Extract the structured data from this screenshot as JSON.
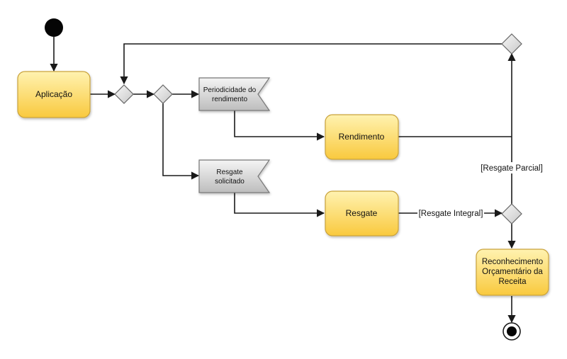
{
  "nodes": {
    "aplicacao": "Aplicação",
    "periodicidade_line1": "Periodicidade do",
    "periodicidade_line2": "rendimento",
    "rendimento": "Rendimento",
    "resgate_solicitado_line1": "Resgate",
    "resgate_solicitado_line2": "solicitado",
    "resgate": "Resgate",
    "reconhecimento_line1": "Reconhecimento",
    "reconhecimento_line2": "Orçamentário da",
    "reconhecimento_line3": "Receita"
  },
  "guards": {
    "resgate_integral": "[Resgate Integral]",
    "resgate_parcial": "[Resgate Parcial]"
  },
  "colors": {
    "action_fill_top": "#FFF2B0",
    "action_fill_bottom": "#F9C93E",
    "action_stroke": "#C9A23A",
    "event_fill_top": "#F2F2F2",
    "event_fill_bottom": "#BDBDBD",
    "line": "#1a1a1a"
  }
}
